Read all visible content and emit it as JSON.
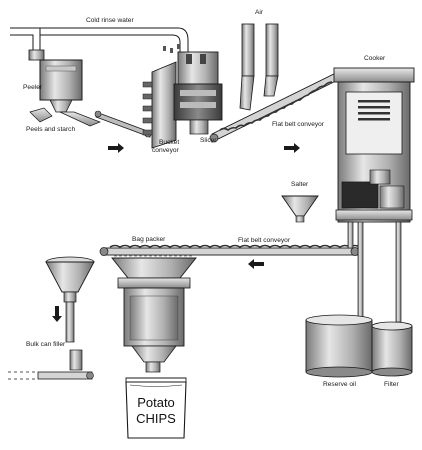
{
  "diagram": {
    "labels": {
      "cold_rinse_water": "Cold rinse water",
      "air": "Air",
      "cooker": "Cooker",
      "peeler": "Peeler",
      "peels_and_starch": "Peels and starch",
      "bucket_conveyor_line1": "Bucket",
      "bucket_conveyor_line2": "conveyor",
      "slicer": "Slicer",
      "flat_belt_conveyor_top": "Flat belt conveyor",
      "salter": "Salter",
      "bag_packer": "Bag packer",
      "flat_belt_conveyor_bottom": "Flat belt conveyor",
      "bulk_can_filler": "Bulk can filler",
      "reserve_oil": "Reserve oil",
      "filter": "Filter",
      "bag_text_line1": "Potato",
      "bag_text_line2": "CHIPS"
    },
    "colors": {
      "stroke": "#1a1a1a",
      "metal_light": "#d9d9d9",
      "metal_mid": "#a6a6a6",
      "metal_dark": "#595959"
    }
  }
}
